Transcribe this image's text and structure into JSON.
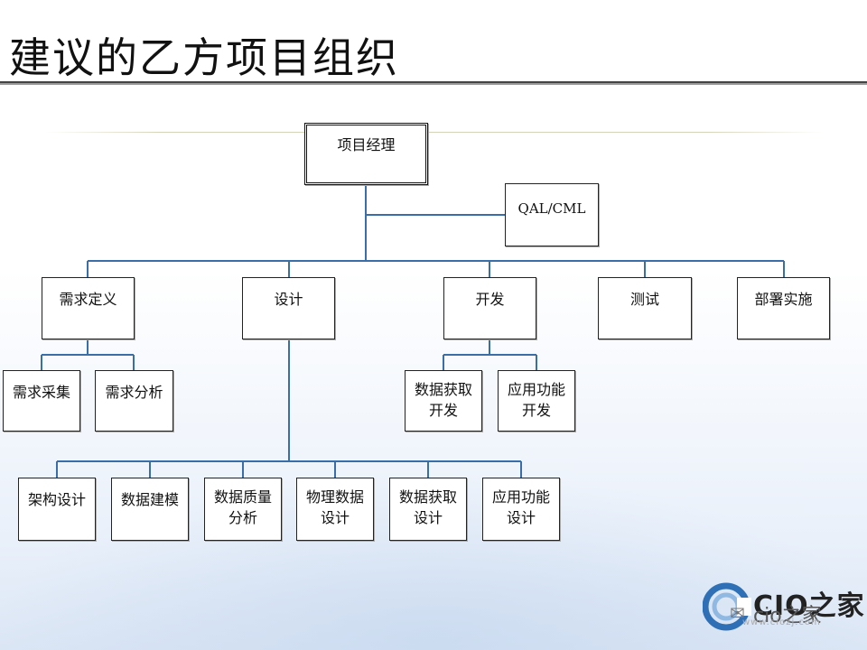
{
  "slide": {
    "title": "建议的乙方项目组织"
  },
  "org": {
    "pm": "项目经理",
    "qa": "QAL/CML",
    "depts": [
      "需求定义",
      "设计",
      "开发",
      "测试",
      "部署实施"
    ],
    "req_children": [
      "需求采集",
      "需求分析"
    ],
    "dev_children": [
      "数据获取\n开发",
      "应用功能\n开发"
    ],
    "design_children": [
      "架构设计",
      "数据建模",
      "数据质量\n分析",
      "物理数据\n设计",
      "数据获取\n设计",
      "应用功能\n设计"
    ]
  },
  "watermark": {
    "logo_text": "CIO之家",
    "wechat_text": "cio之家",
    "url_text": "www.ciozj.com"
  },
  "colors": {
    "connector": "#3a6ea8",
    "logo_blue": "#2f6fb5"
  }
}
